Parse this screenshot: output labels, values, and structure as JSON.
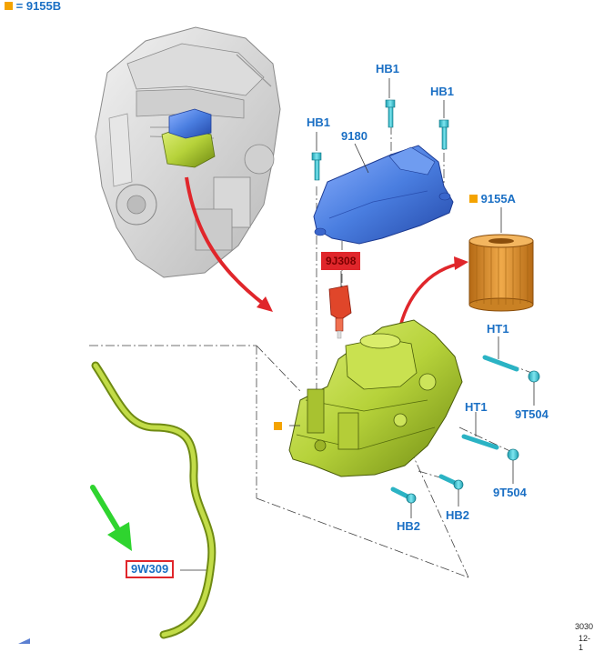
{
  "header": {
    "key_symbol_color": "#f4a300",
    "equals": "=",
    "key_part": "9155B"
  },
  "labels": {
    "hb1_left": "HB1",
    "hb1_mid": "HB1",
    "hb1_right": "HB1",
    "cover": "9180",
    "filter_element": "9155A",
    "sensor": "9J308",
    "ht1_top": "HT1",
    "ht1_bottom": "HT1",
    "nut_top": "9T504",
    "nut_bottom": "9T504",
    "hb2_left": "HB2",
    "hb2_right": "HB2",
    "hose": "9W309"
  },
  "footer": {
    "code_line1": "3030",
    "code_line2": "12-1"
  },
  "colors": {
    "label_blue": "#1a6fc4",
    "highlight_red": "#e0262b",
    "bolt_cyan": "#33c7d6",
    "housing_green": "#b6d23a",
    "cover_blue": "#4a7ee0",
    "filter_orange": "#e59a3a",
    "sensor_red": "#e0462a",
    "pointer_green": "#2fd42f",
    "key_orange": "#f4a300"
  }
}
